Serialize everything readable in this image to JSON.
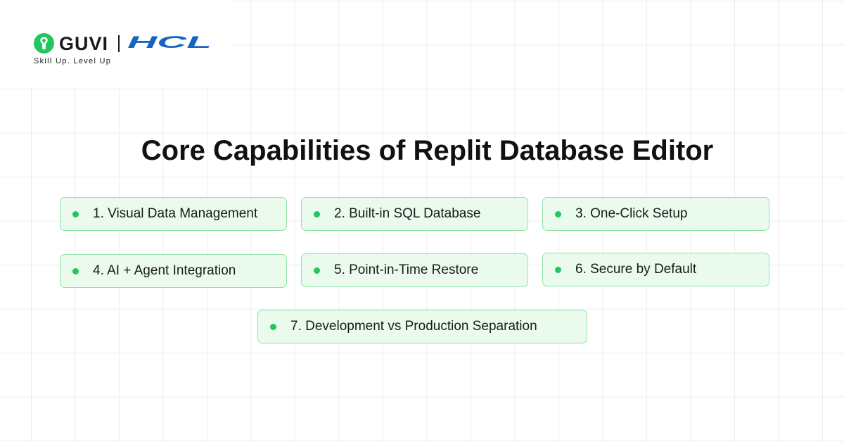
{
  "brand": {
    "guvi_name": "GUVI",
    "hcl_name": "HCL",
    "tagline": "Skill Up. Level Up",
    "colors": {
      "guvi_green": "#22c55e",
      "hcl_blue": "#1565c0"
    }
  },
  "title": "Core Capabilities of Replit Database Editor",
  "capabilities": [
    {
      "label": "1. Visual Data Management"
    },
    {
      "label": "2. Built-in SQL Database"
    },
    {
      "label": "3. One-Click Setup"
    },
    {
      "label": "4. AI + Agent Integration"
    },
    {
      "label": "5. Point-in-Time Restore"
    },
    {
      "label": "6. Secure by Default"
    },
    {
      "label": "7. Development vs Production Separation"
    }
  ],
  "colors": {
    "accent": "#22c55e",
    "card_background": "#eafbee",
    "card_border": "#8fe3a8",
    "grid_line": "#ececec"
  }
}
